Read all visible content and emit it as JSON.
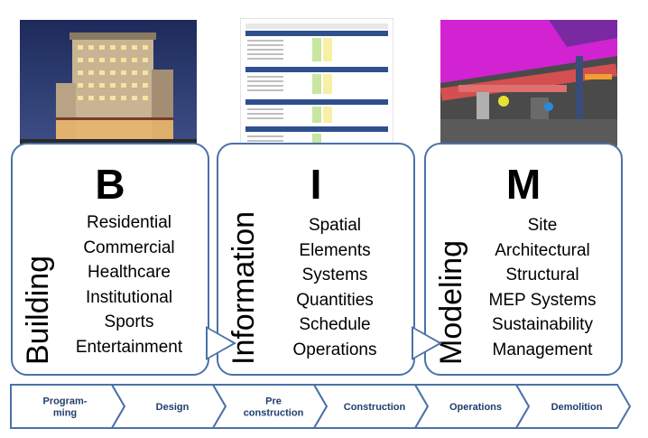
{
  "panels": [
    {
      "word": "Building",
      "letter": "B",
      "items": [
        "Residential",
        "Commercial",
        "Healthcare",
        "Institutional",
        "Sports",
        "Entertainment"
      ]
    },
    {
      "word": "Information",
      "letter": "I",
      "items": [
        "Spatial",
        "Elements",
        "Systems",
        "Quantities",
        "Schedule",
        "Operations"
      ]
    },
    {
      "word": "Modeling",
      "letter": "M",
      "items": [
        "Site",
        "Architectural",
        "Structural",
        "MEP Systems",
        "Sustainability",
        "Management"
      ]
    }
  ],
  "phases": [
    [
      "Program-",
      "ming"
    ],
    [
      "Design"
    ],
    [
      "Pre",
      "construction"
    ],
    [
      "Construction"
    ],
    [
      "Operations"
    ],
    [
      "Demolition"
    ]
  ],
  "colors": {
    "border": "#4a72a8",
    "phase_text": "#1f3e6e"
  },
  "images": [
    "building-photo",
    "spreadsheet-photo",
    "mep-model-render"
  ]
}
